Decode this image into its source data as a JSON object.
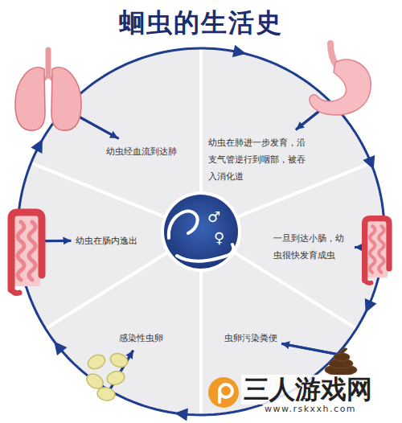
{
  "diagram": {
    "title": "蛔虫的生活史",
    "nodes": [
      {
        "text": [
          "幼虫经血流到达肺"
        ]
      },
      {
        "text": [
          "幼虫在肺进一步发育，沿支气管逆行到咽部，被吞入消化道"
        ]
      },
      {
        "text": [
          "幼虫在肠内逸出"
        ]
      },
      {
        "text": [
          "一旦到达小肠，幼虫很快发育成虫"
        ]
      },
      {
        "text": [
          "感染性虫卵"
        ]
      },
      {
        "text": [
          "虫卵污染粪便"
        ]
      }
    ],
    "edges": [
      {
        "from": 4,
        "to": 2,
        "arrow": "to"
      },
      {
        "from": 2,
        "to": 0,
        "arrow": "to"
      },
      {
        "from": 0,
        "to": 1,
        "arrow": "to"
      },
      {
        "from": 1,
        "to": 3,
        "arrow": "to"
      },
      {
        "from": 3,
        "to": 5,
        "arrow": "to"
      },
      {
        "from": 5,
        "to": 4,
        "arrow": "to"
      }
    ],
    "labels": [
      "♂",
      "♀",
      "三人游戏网",
      "www.rskxxh.com"
    ]
  }
}
